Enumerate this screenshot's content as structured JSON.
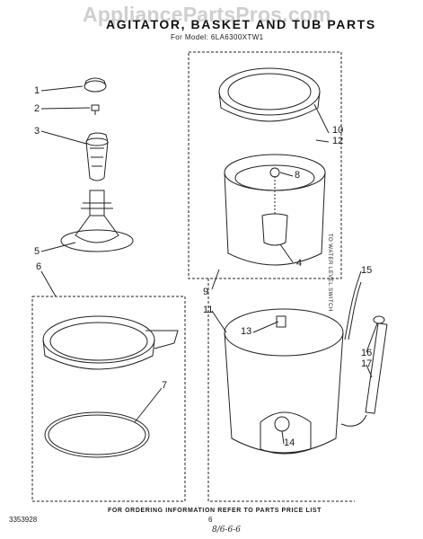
{
  "watermark": "AppliancePartsPros.com",
  "title": "AGITATOR, BASKET AND TUB PARTS",
  "model_line": "For Model: 6LA6300XTW1",
  "side_label": "TO WATER LEVEL SWITCH",
  "footer_note": "FOR ORDERING INFORMATION REFER TO PARTS PRICE LIST",
  "doc_number": "3353928",
  "page_number": "6",
  "handwritten_date": "8/6-6-6",
  "callouts": [
    "1",
    "2",
    "3",
    "4",
    "5",
    "6",
    "7",
    "8",
    "9",
    "10",
    "11",
    "12",
    "13",
    "14",
    "15",
    "16",
    "17"
  ]
}
